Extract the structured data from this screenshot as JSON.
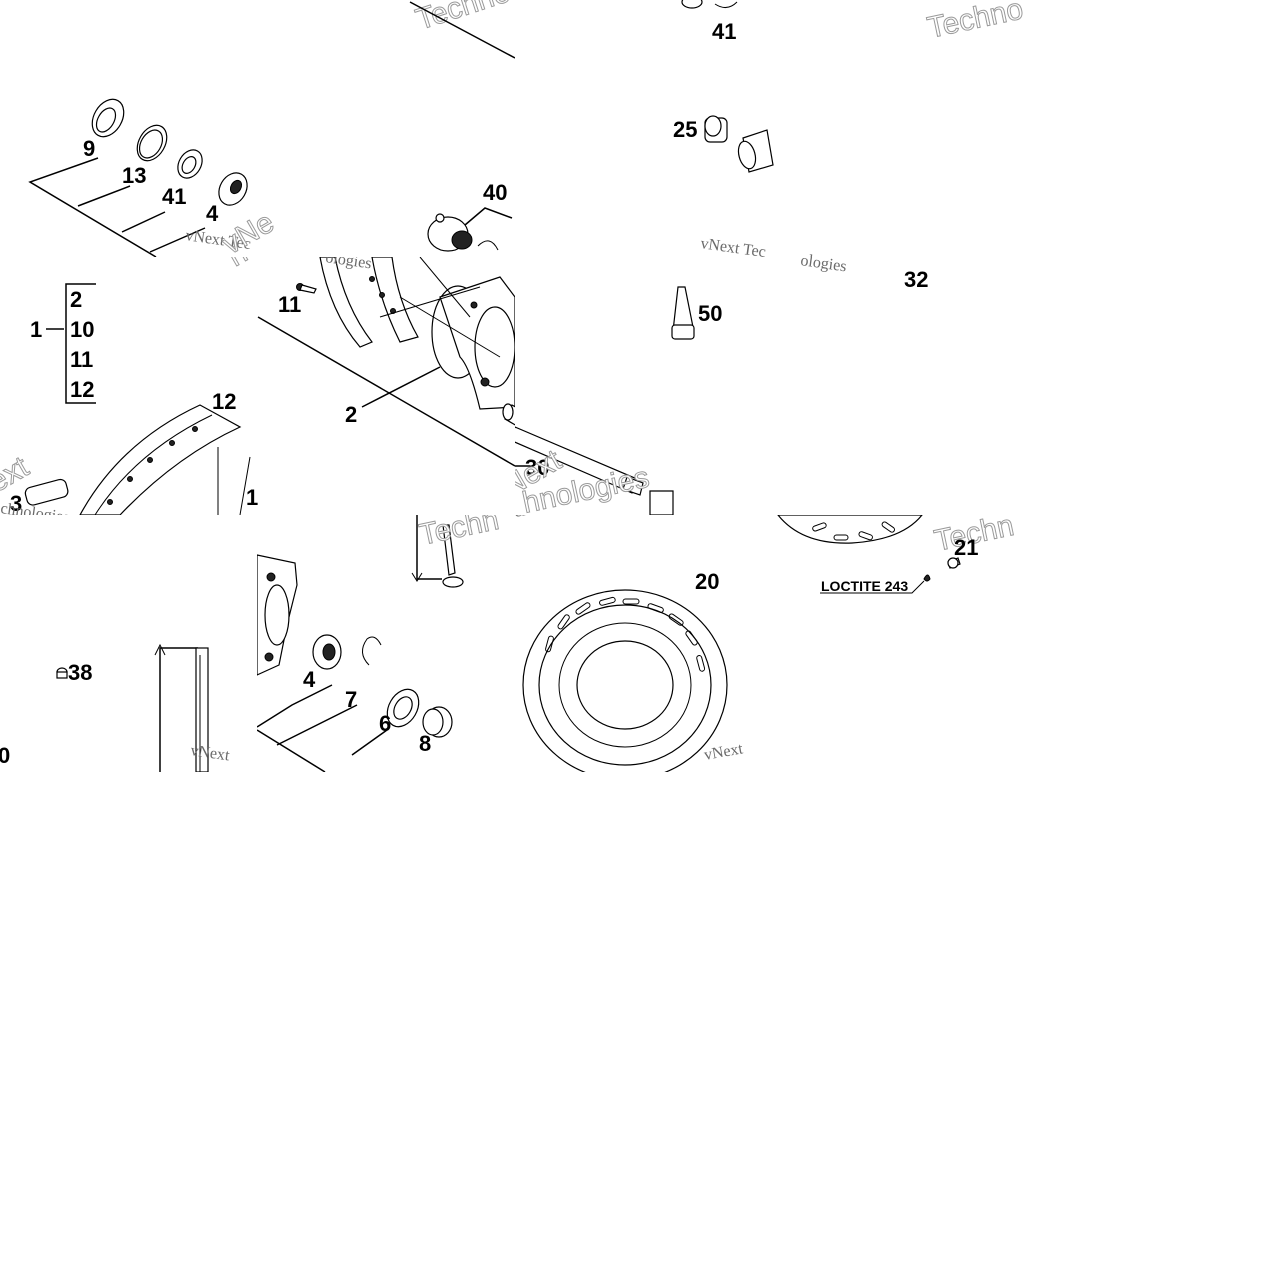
{
  "watermarks": {
    "brand": "vNext Technologies",
    "brand_short": "Techno",
    "brand_vnext": "vNext Tec",
    "fragment_nologies": "nologies",
    "fragment_hnologies": "hnologies",
    "fragment_techn": "Techn",
    "fragment_chnologies": "chnologies",
    "fragment_next": "Next",
    "fragment_ext": "ext",
    "fragment_vne": "vNe",
    "fragment_vnex": "vNext",
    "fragment_ologies": "ologies",
    "fragment_ologies2": "ologies",
    "fragment_hnologies2": "hnologies"
  },
  "callouts": {
    "c41_top": "41",
    "c9": "9",
    "c13": "13",
    "c41": "41",
    "c4_top": "4",
    "c40": "40",
    "c25": "25",
    "c32": "32",
    "c50": "50",
    "c1": "1",
    "c2_list": "2",
    "c10_list": "10",
    "c11_list": "11",
    "c12_list": "12",
    "c12": "12",
    "c11": "11",
    "c2": "2",
    "c30": "30",
    "c3": "3",
    "c1_edge": "1",
    "c21": "21",
    "c20": "20",
    "c38": "38",
    "c10": "0",
    "c4": "4",
    "c7": "7",
    "c6": "6",
    "c8": "8"
  },
  "notes": {
    "loctite": "LOCTITE 243"
  }
}
